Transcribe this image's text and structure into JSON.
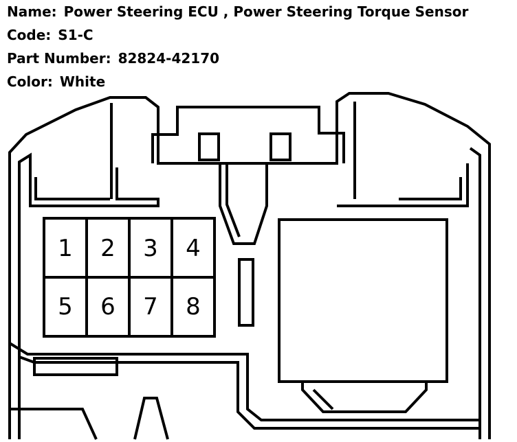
{
  "header": {
    "name_label": "Name:",
    "name_value": "Power Steering ECU , Power Steering Torque Sensor",
    "code_label": "Code:",
    "code_value": "S1-C",
    "part_label": "Part Number:",
    "part_value": "82824-42170",
    "color_label": "Color:",
    "color_value": "White"
  },
  "pins": [
    "1",
    "2",
    "3",
    "4",
    "5",
    "6",
    "7",
    "8"
  ]
}
